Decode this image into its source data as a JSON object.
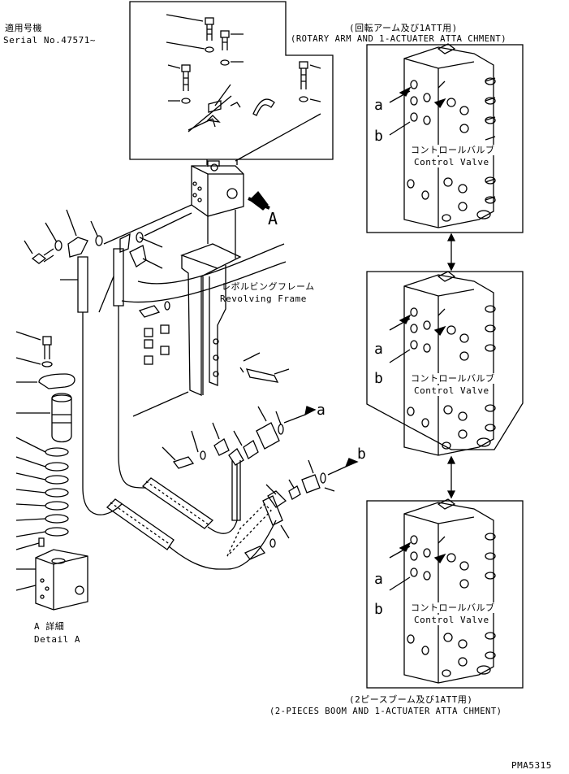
{
  "applicability": {
    "label_jp": "適用号機",
    "serial": "Serial No.47571~"
  },
  "top_right_caption": {
    "jp": "(回転アーム及び1ATT用)",
    "en": "(ROTARY ARM AND 1-ACTUATER ATTA CHMENT)"
  },
  "bottom_right_caption": {
    "jp": "(2ピースブーム及び1ATT用)",
    "en": "(2-PIECES BOOM AND 1-ACTUATER ATTA CHMENT)"
  },
  "view_marker": "A",
  "revolving_frame": {
    "jp": "レボルビングフレーム",
    "en": "Revolving Frame"
  },
  "control_valve": {
    "jp": "コントロールバルブ",
    "en": "Control Valve"
  },
  "port_a": "a",
  "port_b": "b",
  "detail": {
    "jp": "A 詳細",
    "en": "Detail A"
  },
  "drawing_code": "PMA5315"
}
